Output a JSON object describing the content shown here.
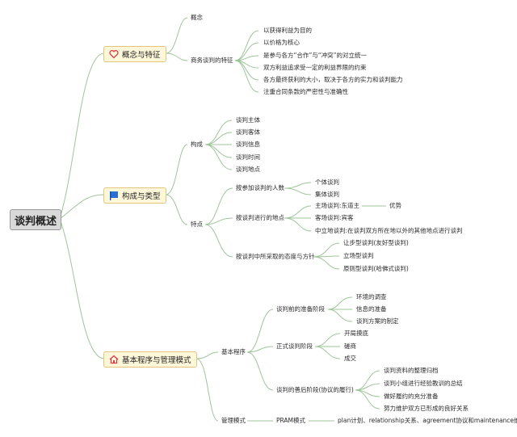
{
  "root": "谈判概述",
  "branches": {
    "b1": {
      "label": "概念与特征",
      "icon": "heart-icon",
      "concept": "概念",
      "features": {
        "label": "商务谈判的特征",
        "items": [
          "以获得利益为目的",
          "以价格为核心",
          "是参与各方“合作”与“冲突”的对立统一",
          "双方利益追求受一定的利益界限的约束",
          "各方最终获利的大小，取决于各方的实力和谈判能力",
          "注重合同条款的严密性与准确性"
        ]
      }
    },
    "b2": {
      "label": "构成与类型",
      "icon": "flag-icon",
      "composition": {
        "label": "构成",
        "items": [
          "谈判主体",
          "谈判客体",
          "谈判信息",
          "谈判时间",
          "谈判地点"
        ]
      },
      "traits": {
        "label": "特点",
        "by_people": {
          "label": "按参加谈判的人数",
          "items": [
            "个体谈判",
            "集体谈判"
          ]
        },
        "by_place": {
          "label": "按谈判进行的地点",
          "items": [
            "主场谈判:东道主",
            "客场谈判:宾客",
            "中立地谈判:在谈判双方所在地以外的其他地点进行谈判"
          ],
          "advantage": "优势"
        },
        "by_attitude": {
          "label": "按谈判中所采取的态度与方针",
          "items": [
            "让步型谈判(友好型谈判)",
            "立场型谈判",
            "原则型谈判(哈佛式谈判)"
          ]
        }
      }
    },
    "b3": {
      "label": "基本程序与管理模式",
      "icon": "home-icon",
      "procedure": {
        "label": "基本程序",
        "prep": {
          "label": "谈判前的准备阶段",
          "items": [
            "环境的调查",
            "信息的准备",
            "谈判方案的制定"
          ]
        },
        "formal": {
          "label": "正式谈判阶段",
          "items": [
            "开局摸底",
            "磋商",
            "成交"
          ]
        },
        "post": {
          "label": "谈判的善后阶段(协议的履行)",
          "items": [
            "谈判资料的整理归档",
            "谈判小组进行经验教训的总结",
            "做好履约的充分准备",
            "努力维护双方已形成的良好关系"
          ]
        }
      },
      "management": {
        "label": "管理模式",
        "pram": "PRAM模式",
        "detail": "plan计划、relationship关系、agreement协议和maintenance维持"
      }
    }
  },
  "colors": {
    "line": "#9fc59a",
    "root_fill": "#d9d9d9",
    "main_fill": "#fff7d9",
    "main_border": "#e2c77a",
    "heart": "#e0394a",
    "flag": "#2a6fd6",
    "home": "#e0394a"
  }
}
